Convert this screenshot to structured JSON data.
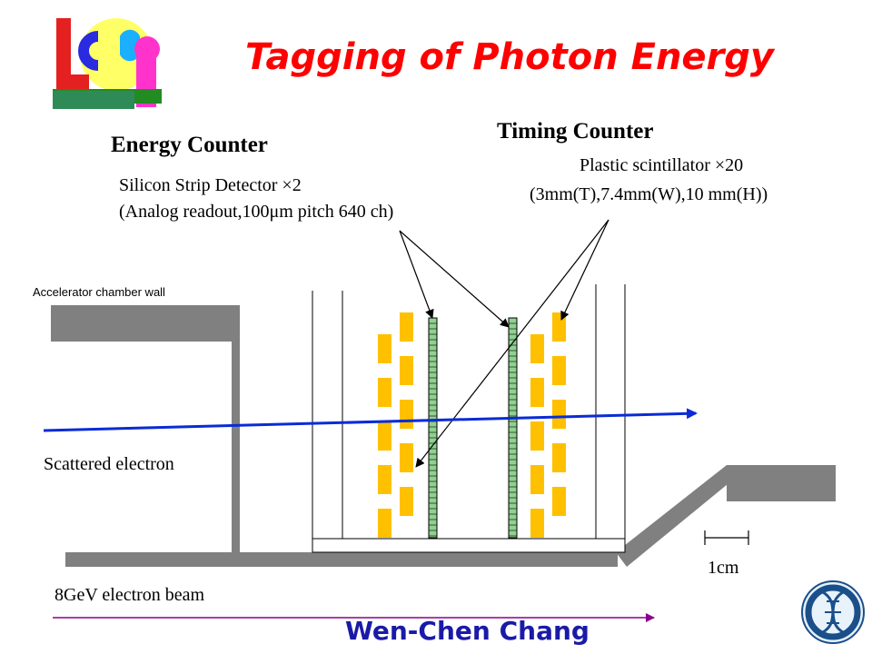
{
  "title": "Tagging of Photon Energy",
  "energy_counter": {
    "heading": "Energy Counter",
    "line1": "Silicon Strip Detector ×2",
    "line2": "(Analog readout,100μm pitch 640 ch)"
  },
  "timing_counter": {
    "heading": "Timing Counter",
    "line1": "Plastic scintillator ×20",
    "line2": "(3mm(T),7.4mm(W),10 mm(H))"
  },
  "labels": {
    "chamber_wall": "Accelerator chamber wall",
    "scattered": "Scattered electron",
    "beam": "8GeV electron beam",
    "scale": "1cm"
  },
  "author": "Wen-Chen Chang",
  "colors": {
    "title": "#ff0000",
    "scintillator": "#ffc000",
    "strip": "#8fd18f",
    "electron_track": "#0a2bd6",
    "beam_arrow": "#8b008b",
    "wall": "#808080",
    "author": "#1a1aa8"
  },
  "icons": [
    "leps-logo",
    "academia-sinica-seal"
  ]
}
